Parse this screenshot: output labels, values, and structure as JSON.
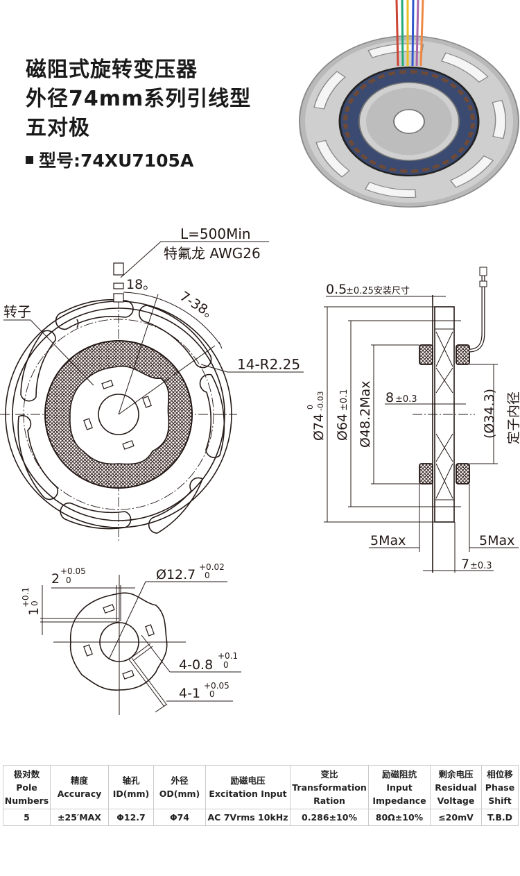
{
  "header": {
    "title_lines": [
      "磁阻式旋转变压器",
      "外径74mm系列引线型",
      "五对极"
    ],
    "model_label": "型号:74XU7105A"
  },
  "front_view": {
    "lead_length": "L=500Min",
    "wire_spec": "特氟龙 AWG26",
    "angle_18": "18。",
    "angle_7_38": "7-38。",
    "rotor_label": "转子",
    "radius_label": "14-R2.25"
  },
  "side_view": {
    "mount_dim": "0.5",
    "mount_tol": "±0.25安装尺寸",
    "od74": "Ø74",
    "od74_tol_upper": "0",
    "od74_tol_lower": "-0.03",
    "od64": "Ø64",
    "od64_tol": "±0.1",
    "od48": "Ø48.2Max",
    "width8": "8",
    "width8_tol": "±0.3",
    "id34": "(Ø34.3)",
    "id34_label": "定子内径",
    "left_max": "5Max",
    "right_max": "5Max",
    "thick7": "7",
    "thick7_tol": "±0.3"
  },
  "hub_detail": {
    "key2": "2",
    "key2_tol_upper": "+0.05",
    "key2_tol_lower": "0",
    "dim1": "1",
    "dim1_tol_upper": "+0.1",
    "dim1_tol_lower": "0",
    "bore": "Ø12.7",
    "bore_tol_upper": "+0.02",
    "bore_tol_lower": "0",
    "slot08": "4-0.8",
    "slot08_tol_upper": "+0.1",
    "slot08_tol_lower": "0",
    "slot1": "4-1",
    "slot1_tol_upper": "+0.05",
    "slot1_tol_lower": "0"
  },
  "spec_table": {
    "headers": [
      [
        "极对数",
        "Pole",
        "Numbers"
      ],
      [
        "精度",
        "Accuracy"
      ],
      [
        "轴孔",
        "ID(mm)"
      ],
      [
        "外径",
        "OD(mm)"
      ],
      [
        "励磁电压",
        "Excitation Input"
      ],
      [
        "变比",
        "Transformation",
        "Ration"
      ],
      [
        "励磁阻抗",
        "Input",
        "Impedance"
      ],
      [
        "剩余电压",
        "Residual",
        "Voltage"
      ],
      [
        "相位移",
        "Phase",
        "Shift"
      ]
    ],
    "row": [
      "5",
      "±25′MAX",
      "Φ12.7",
      "Φ74",
      "AC 7Vrms 10kHz",
      "0.286±10%",
      "80Ω±10%",
      "≤20mV",
      "T.B.D"
    ]
  },
  "colors": {
    "ink": "#231815",
    "coil_blue": "#3a4a6e",
    "metal": "#c9c9c9"
  }
}
